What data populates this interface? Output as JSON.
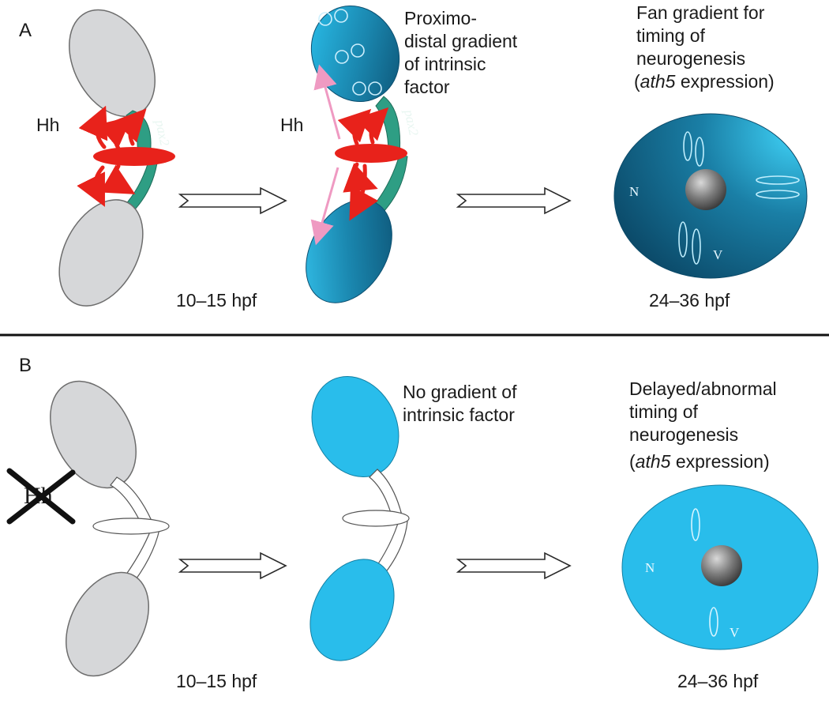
{
  "panel_a": {
    "letter": "A",
    "hh_label_left": "Hh",
    "hh_label_mid": "Hh",
    "pax2_label_left": "pax2",
    "pax2_label_mid": "pax2",
    "mid_caption": [
      "Proximo-",
      "distal gradient",
      "of intrinsic",
      "factor"
    ],
    "right_caption_lines": [
      "Fan gradient for",
      "timing of",
      "neurogenesis"
    ],
    "right_caption_gene": "ath5",
    "right_caption_gene_suffix": " expression)",
    "time_left": "10–15 hpf",
    "time_right": "24–36 hpf",
    "eye_n": "N",
    "eye_v": "V"
  },
  "panel_b": {
    "letter": "B",
    "hh_crossed_label": "Hh",
    "mid_caption": [
      "No gradient of",
      "intrinsic factor"
    ],
    "right_caption_lines": [
      "Delayed/abnormal",
      "timing of",
      "neurogenesis"
    ],
    "right_caption_gene": "ath5",
    "right_caption_gene_suffix": " expression)",
    "time_left": "10–15 hpf",
    "time_right": "24–36 hpf",
    "eye_n": "N",
    "eye_v": "V"
  },
  "colors": {
    "grey_vesicle": "#d6d7d9",
    "hh_red": "#e8221b",
    "stalk_green": "#2e9e84",
    "gradient_dark": "#0c5577",
    "gradient_light": "#2bc3ef",
    "uniform_blue": "#29bdeb",
    "pink_arrow": "#ef9ac2"
  }
}
